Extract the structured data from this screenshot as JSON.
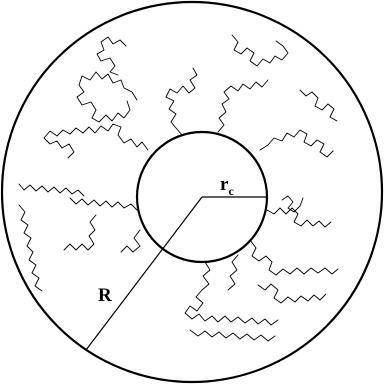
{
  "labels": {
    "outer_radius": "R",
    "core_radius_main": "r",
    "core_radius_sub": "c"
  }
}
